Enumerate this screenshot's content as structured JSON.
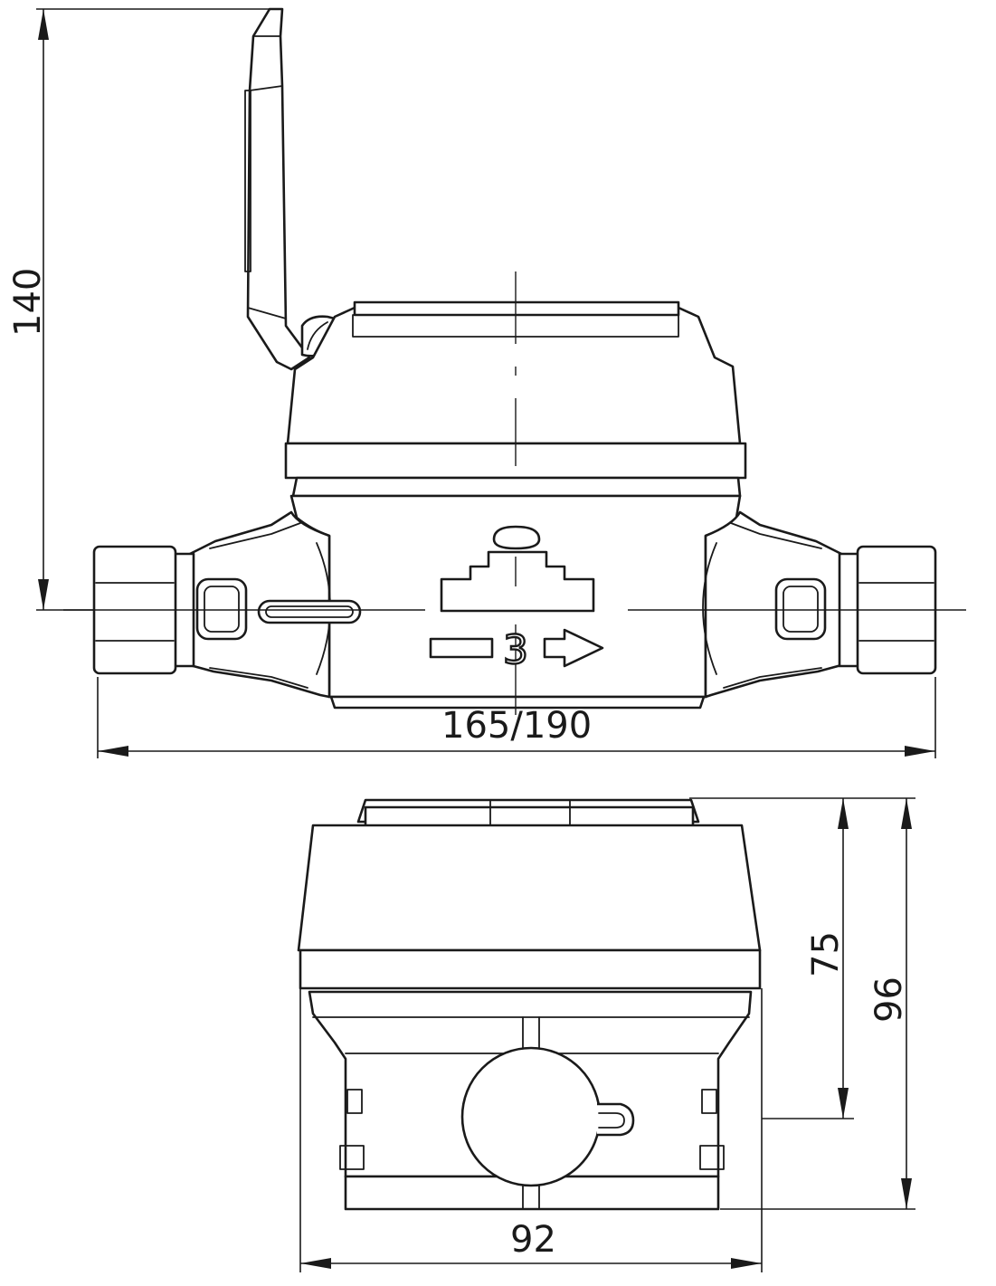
{
  "dimensions": {
    "height_total": "140",
    "length": "165/190",
    "height_register": "75",
    "height_overall": "96",
    "width": "92"
  },
  "markings": {
    "flow_class": "3"
  }
}
